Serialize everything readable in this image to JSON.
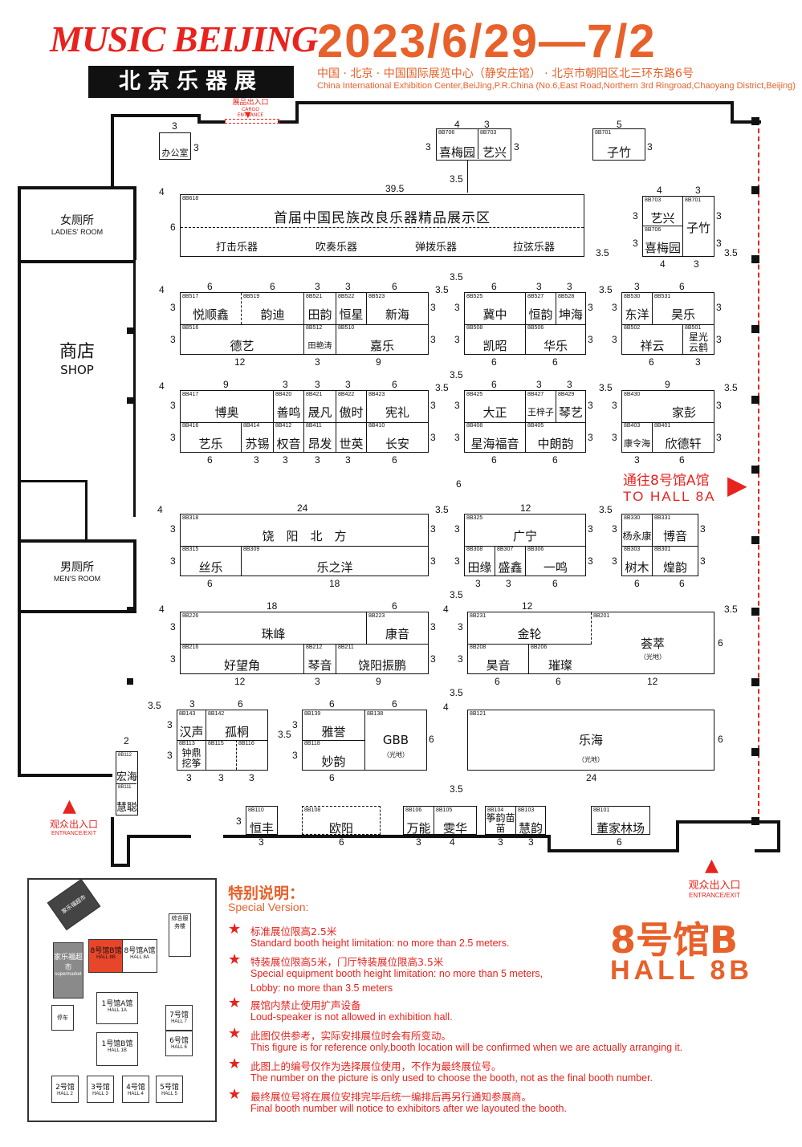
{
  "header": {
    "logo_top": "MUSIC BEIJING",
    "logo_bottom": "北京乐器展",
    "dates": "2023/6/29—7/2",
    "venue_cn": "中国 · 北京 · 中国国际展览中心（静安庄馆） · 北京市朝阳区北三环东路6号",
    "venue_en": "China International Exhibition Center,BeiJing,P.R.China (No.6,East Road,Northern 3rd Ringroad,Chaoyang District,Beijing)"
  },
  "labels": {
    "cargo_cn": "展品出入口",
    "cargo_en": "CARGO ENTRANCE",
    "office": "办公室",
    "ladies_cn": "女厕所",
    "ladies_en": "LADIES' ROOM",
    "shop_cn": "商店",
    "shop_en": "SHOP",
    "mens_cn": "男厕所",
    "mens_en": "MEN'S ROOM",
    "to8a_cn": "通往8号馆A馆",
    "to8a_en": "TO HALL 8A",
    "entrance_cn": "观众出入口",
    "entrance_en": "ENTRANCE/EXIT",
    "bare": "（光地）"
  },
  "exhibit": {
    "id": "8B618",
    "title": "首届中国民族改良乐器精品展示区",
    "cats": [
      "打击乐器",
      "吹奏乐器",
      "弹拨乐器",
      "拉弦乐器"
    ]
  },
  "booths": {
    "b706": {
      "id": "8B706",
      "name": "喜梅园"
    },
    "b703": {
      "id": "8B703",
      "name": "艺兴"
    },
    "b701": {
      "id": "8B701",
      "name": "子竹"
    },
    "r703": {
      "id": "8B703",
      "name": "艺兴"
    },
    "r701": {
      "id": "8B701",
      "name": "子竹"
    },
    "r706": {
      "id": "8B706",
      "name": "喜梅园"
    },
    "b517": {
      "id": "8B517",
      "name": "悦顺鑫"
    },
    "b519": {
      "id": "8B519",
      "name": "韵迪"
    },
    "b521": {
      "id": "8B521",
      "name": "田韵"
    },
    "b522": {
      "id": "8B522",
      "name": "恒星"
    },
    "b523": {
      "id": "8B523",
      "name": "新海"
    },
    "b516": {
      "id": "8B516",
      "name": "德艺"
    },
    "b512": {
      "id": "8B512",
      "name": "田艳涛"
    },
    "b510": {
      "id": "8B510",
      "name": "嘉乐"
    },
    "b525": {
      "id": "8B525",
      "name": "冀中"
    },
    "b527": {
      "id": "8B527",
      "name": "恒韵"
    },
    "b528": {
      "id": "8B528",
      "name": "坤海"
    },
    "b508": {
      "id": "8B508",
      "name": "凯昭"
    },
    "b506": {
      "id": "8B506",
      "name": "华乐"
    },
    "b530": {
      "id": "8B530",
      "name": "东洋"
    },
    "b531": {
      "id": "8B531",
      "name": "昊乐"
    },
    "b502": {
      "id": "8B502",
      "name": "祥云"
    },
    "b501": {
      "id": "8B501",
      "name": "星光云鹤"
    },
    "b417": {
      "id": "8B417",
      "name": "博奥"
    },
    "b420": {
      "id": "8B420",
      "name": "善鸣"
    },
    "b421": {
      "id": "8B421",
      "name": "晟凡"
    },
    "b422": {
      "id": "8B422",
      "name": "傲时"
    },
    "b423": {
      "id": "8B423",
      "name": "宪礼"
    },
    "b416": {
      "id": "8B416",
      "name": "艺乐"
    },
    "b414": {
      "id": "8B414",
      "name": "苏锡"
    },
    "b412": {
      "id": "8B412",
      "name": "权音"
    },
    "b411": {
      "id": "8B411",
      "name": "昂发"
    },
    "b4a": {
      "id": "",
      "name": "世英"
    },
    "b410": {
      "id": "8B410",
      "name": "长安"
    },
    "b425": {
      "id": "8B425",
      "name": "大正"
    },
    "b427": {
      "id": "8B427",
      "name": "王梓子"
    },
    "b429": {
      "id": "8B429",
      "name": "琴艺"
    },
    "b408": {
      "id": "8B408",
      "name": "星海福音"
    },
    "b405": {
      "id": "8B405",
      "name": "中朗韵"
    },
    "b430": {
      "id": "8B430",
      "name": "家彭"
    },
    "b403": {
      "id": "8B403",
      "name": "康令海"
    },
    "b401": {
      "id": "8B401",
      "name": "欣德轩"
    },
    "b318": {
      "id": "8B318",
      "name": "饶　阳　北　方"
    },
    "b315": {
      "id": "8B315",
      "name": "丝乐"
    },
    "b309": {
      "id": "8B309",
      "name": "乐之洋"
    },
    "b325": {
      "id": "8B325",
      "name": "广宁"
    },
    "b308": {
      "id": "8B308",
      "name": "田缘"
    },
    "b307": {
      "id": "8B307",
      "name": "盛鑫"
    },
    "b306": {
      "id": "8B306",
      "name": "一鸣"
    },
    "b330": {
      "id": "8B330",
      "name": "杨永康"
    },
    "b331": {
      "id": "8B331",
      "name": "博音"
    },
    "b303": {
      "id": "8B303",
      "name": "树木"
    },
    "b301": {
      "id": "8B301",
      "name": "煌韵"
    },
    "b226": {
      "id": "8B226",
      "name": "珠峰"
    },
    "b223": {
      "id": "8B223",
      "name": "康音"
    },
    "b216": {
      "id": "8B216",
      "name": "好望角"
    },
    "b212": {
      "id": "8B212",
      "name": "琴音"
    },
    "b211": {
      "id": "8B211",
      "name": "饶阳振鹏"
    },
    "b231": {
      "id": "8B231",
      "name": "金轮"
    },
    "b208": {
      "id": "8B208",
      "name": "昊音"
    },
    "b206": {
      "id": "8B206",
      "name": "璀璨"
    },
    "b201": {
      "id": "8B201",
      "name": "荟萃"
    },
    "b143": {
      "id": "8B143",
      "name": "汉声"
    },
    "b142": {
      "id": "8B142",
      "name": "孤桐"
    },
    "b113": {
      "id": "8B113",
      "name": "钟鼎挖筝"
    },
    "b115": {
      "id": "8B115",
      "name": ""
    },
    "b116": {
      "id": "8B116",
      "name": ""
    },
    "b139": {
      "id": "8B139",
      "name": "雅誉"
    },
    "b138": {
      "id": "8B138",
      "name": "GBB"
    },
    "b118": {
      "id": "8B118",
      "name": "妙韵"
    },
    "b121": {
      "id": "8B121",
      "name": "乐海"
    },
    "b112": {
      "id": "8B112",
      "name": "宏海"
    },
    "b111": {
      "id": "8B111",
      "name": "慧聪"
    },
    "b110": {
      "id": "8B110",
      "name": "恒丰"
    },
    "b108": {
      "id": "8B108",
      "name": "欧阳"
    },
    "b106": {
      "id": "8B106",
      "name": "万能"
    },
    "b105": {
      "id": "8B105",
      "name": "雯华"
    },
    "b104": {
      "id": "8B104",
      "name": "筝韵苗苗"
    },
    "b103": {
      "id": "8B103",
      "name": "慧韵"
    },
    "b101": {
      "id": "8B101",
      "name": "董家林场"
    }
  },
  "notes": {
    "title": "特别说明：",
    "subtitle": "Special Version:",
    "items": [
      {
        "cn": "标准展位限高2.5米",
        "en": "Standard booth height limitation: no more than 2.5 meters."
      },
      {
        "cn": "特装展位限高5米，门厅特装展位限高3.5米",
        "en": "Special equipment booth height limitation: no more than 5 meters,"
      },
      {
        "cn": "展馆内禁止使用扩声设备",
        "en": "Loud-speaker is not allowed in exhibition hall."
      },
      {
        "cn": "此图仅供参考，实际安排展位时会有所变动。",
        "en": "This figure is for reference only,booth location will be confirmed when we are actually arranging it."
      },
      {
        "cn": "此图上的编号仅作为选择展位使用，不作为最终展位号。",
        "en": "The number on the picture is only used to choose the booth, not as the final booth number."
      },
      {
        "cn": "最终展位号将在展位安排完毕后统一编排后再另行通知参展商。",
        "en": "Final booth number will notice to exhibitors after we layouted the booth."
      }
    ],
    "lobby_en": "Lobby:   no more than 3.5 meters",
    "star": "★"
  },
  "hall": {
    "cn": "8号馆B",
    "en": "HALL  8B"
  },
  "minimap": {
    "supermarket_cn": "家乐福超市",
    "supermarket_en": "supermarket",
    "h8b": "8号馆B馆",
    "h8b_en": "HALL 8B",
    "h8a": "8号馆A馆",
    "h8a_en": "HALL 8A",
    "h1a": "1号馆A馆",
    "h1a_en": "HALL 1A",
    "h1b": "1号馆B馆",
    "h1b_en": "HALL 1B",
    "h7": "7号馆",
    "h7_en": "HALL 7",
    "h6": "6号馆",
    "h6_en": "HALL 6",
    "h2": "2号馆",
    "h2_en": "HALL 2",
    "h3": "3号馆",
    "h3_en": "HALL 3",
    "h4": "4号馆",
    "h4_en": "HALL 4",
    "h5": "5号馆",
    "h5_en": "HALL 5",
    "service": "综合服务楼",
    "park": "停车"
  },
  "dims": {
    "d4": "4",
    "d3_5": "3.5",
    "d39_5": "39.5",
    "d6": "6",
    "d3": "3",
    "d5": "5",
    "d9": "9",
    "d12": "12",
    "d24": "24",
    "d18": "18",
    "d2": "2"
  },
  "colors": {
    "red": "#e8231e",
    "orange": "#e8602a",
    "hall_fill": "#e8462a"
  }
}
